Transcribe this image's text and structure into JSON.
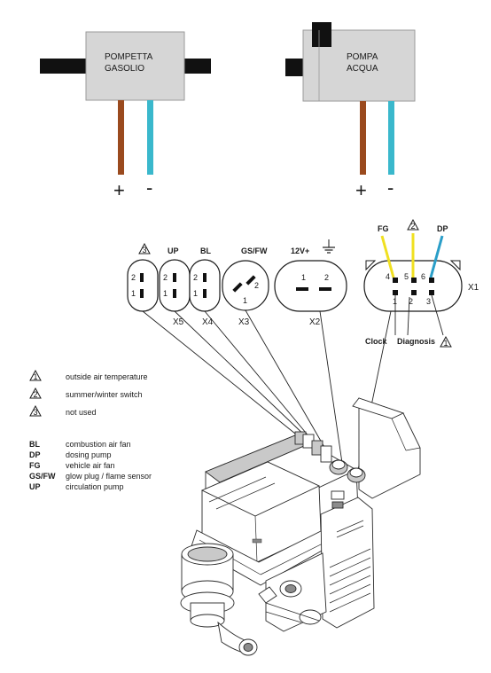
{
  "pumps": [
    {
      "name_line1": "POMPETTA",
      "name_line2": "GASOLIO",
      "plus": "+",
      "minus": "-"
    },
    {
      "name_line1": "POMPA",
      "name_line2": "ACQUA",
      "plus": "+",
      "minus": "-"
    }
  ],
  "wire_colors": {
    "brown": "#9a4a1e",
    "cyan": "#3ab8cc",
    "yellow": "#f0e020",
    "blue": "#2a9ec8"
  },
  "connectors": {
    "x5": {
      "top_label": "3",
      "name": "X5",
      "pins": [
        "2",
        "1"
      ]
    },
    "x4": {
      "top_label": "UP",
      "name": "X4",
      "pins": [
        "2",
        "1"
      ]
    },
    "x4b": {
      "top_label": "BL",
      "pins": [
        "2",
        "1"
      ]
    },
    "x3": {
      "top_label": "GS/FW",
      "name": "X3",
      "pins": [
        "2",
        "1"
      ]
    },
    "x2": {
      "top_label": "12V+",
      "name": "X2",
      "pins": [
        "1",
        "2"
      ]
    },
    "x1": {
      "name": "X1",
      "top_labels": {
        "fg": "FG",
        "two": "2",
        "dp": "DP"
      },
      "pins_top": [
        "4",
        "5",
        "6"
      ],
      "pins_bottom": [
        "1",
        "2",
        "3"
      ],
      "bottom_labels": {
        "clock": "Clock",
        "diagnosis": "Diagnosis",
        "one": "1"
      }
    }
  },
  "legend_symbols": [
    {
      "num": "1",
      "text": "outside air temperature"
    },
    {
      "num": "2",
      "text": "summer/winter switch"
    },
    {
      "num": "3",
      "text": "not used"
    }
  ],
  "legend_abbr": [
    {
      "abbr": "BL",
      "text": "combustion air fan"
    },
    {
      "abbr": "DP",
      "text": "dosing pump"
    },
    {
      "abbr": "FG",
      "text": "vehicle air fan"
    },
    {
      "abbr": "GS/FW",
      "text": "glow plug / flame sensor"
    },
    {
      "abbr": "UP",
      "text": "circulation pump"
    }
  ]
}
